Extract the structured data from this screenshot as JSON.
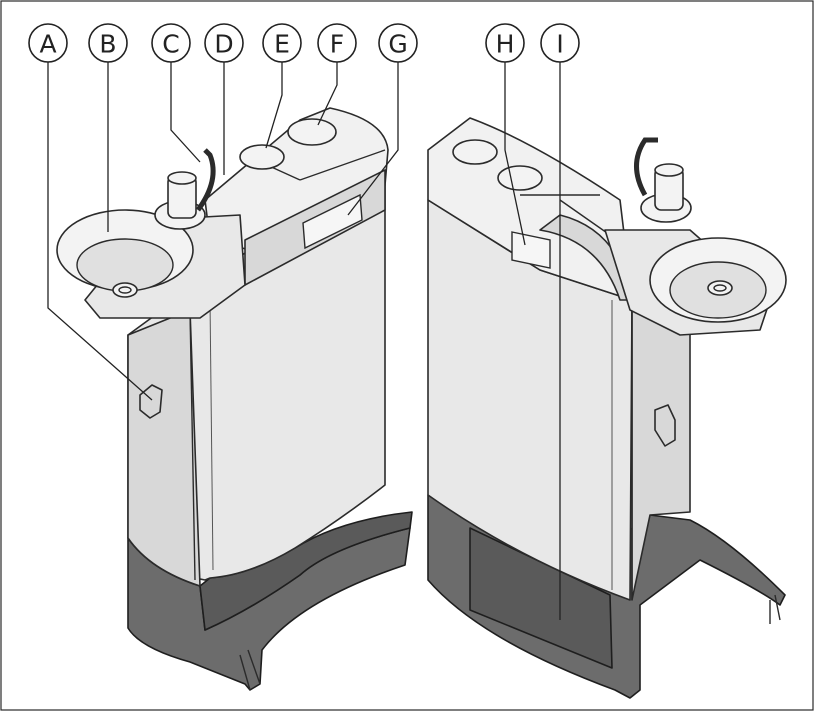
{
  "callouts": [
    {
      "id": "A",
      "label": "A"
    },
    {
      "id": "B",
      "label": "B"
    },
    {
      "id": "C",
      "label": "C"
    },
    {
      "id": "D",
      "label": "D"
    },
    {
      "id": "E",
      "label": "E"
    },
    {
      "id": "F",
      "label": "F"
    },
    {
      "id": "G",
      "label": "G"
    },
    {
      "id": "H",
      "label": "H"
    },
    {
      "id": "I",
      "label": "I"
    }
  ],
  "colors": {
    "housing": "#e8e8e8",
    "base": "#6c6c6c",
    "outline": "#2b2b2b"
  }
}
